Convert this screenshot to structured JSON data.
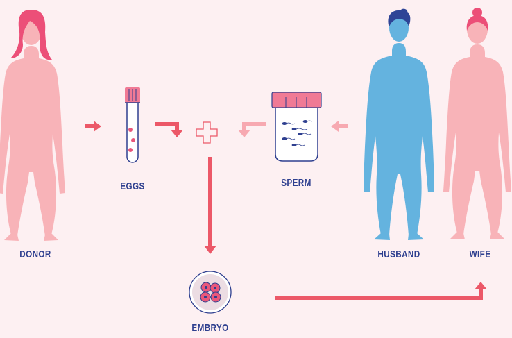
{
  "labels": {
    "donor": "DONOR",
    "eggs": "EGGS",
    "sperm": "SPERM",
    "husband": "HUSBAND",
    "wife": "WIFE",
    "embryo": "EMBRYO"
  },
  "colors": {
    "background": "#fdf0f2",
    "woman_body": "#f8b3b8",
    "woman_hair": "#ec4f78",
    "man_body": "#64b3df",
    "man_hair": "#2e4496",
    "arrow_red": "#ec5868",
    "arrow_light": "#f7a9b1",
    "label_text": "#2e3f8f",
    "tube_cap": "#f07a95",
    "egg": "#e9577a"
  },
  "icons": {
    "donor": "woman-figure-icon",
    "eggs": "test-tube-icon",
    "combine": "plus-icon",
    "sperm": "specimen-cup-icon",
    "husband": "man-figure-icon",
    "wife": "woman-figure-icon",
    "embryo": "embryo-icon"
  }
}
